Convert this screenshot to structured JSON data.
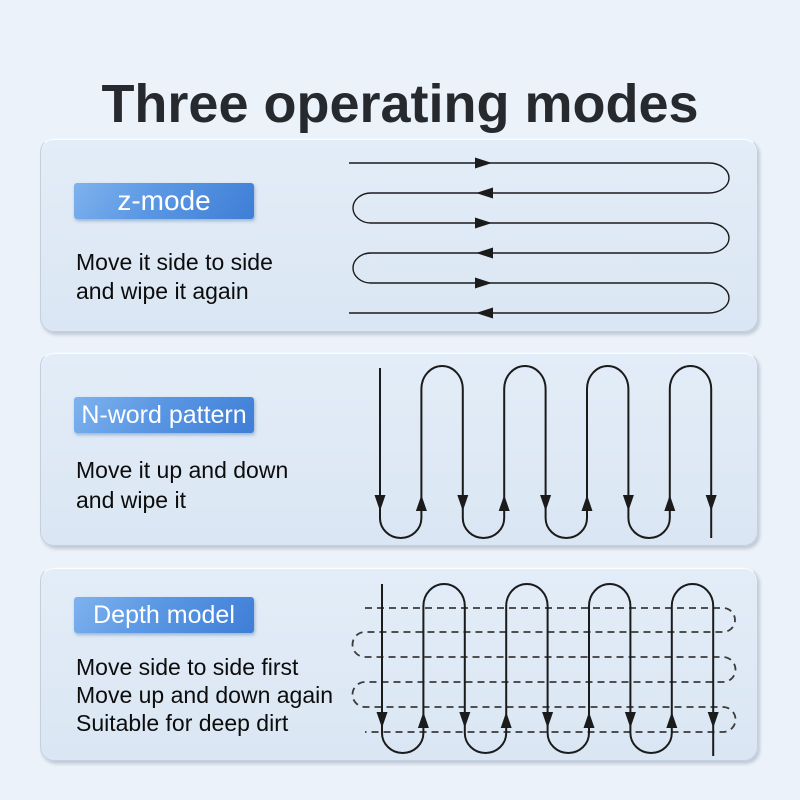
{
  "page": {
    "title": "Three operating modes",
    "background_color": "#ecf2f9",
    "title_color": "#26292e"
  },
  "colors": {
    "panel_background": "#dde8f4",
    "panel_border": "#c3cfdc",
    "badge_gradient_start": "#7eb2ee",
    "badge_gradient_end": "#3f7ed7",
    "badge_text": "#ffffff",
    "line_color": "#1b1b1b",
    "dashed_line_color": "#3a3a3a",
    "body_text": "#0c0c0c"
  },
  "panels": [
    {
      "badge": "z-mode",
      "description_lines": [
        "Move it side to side",
        "and wipe it again"
      ],
      "pattern": "horizontal-serpentine-with-arrows",
      "pattern_line_count": 6
    },
    {
      "badge": "N-word pattern",
      "description_lines": [
        "Move it up and down",
        "and wipe it"
      ],
      "pattern": "vertical-serpentine-with-arrows",
      "pattern_line_count": 9
    },
    {
      "badge": "Depth model",
      "description_lines": [
        "Move side to side first",
        "Move up and down again",
        "Suitable for deep dirt"
      ],
      "pattern": "dashed-horizontal-serpentine-plus-solid-vertical-serpentine",
      "pattern_solid_line_count": 9,
      "pattern_dashed_line_count": 6
    }
  ]
}
